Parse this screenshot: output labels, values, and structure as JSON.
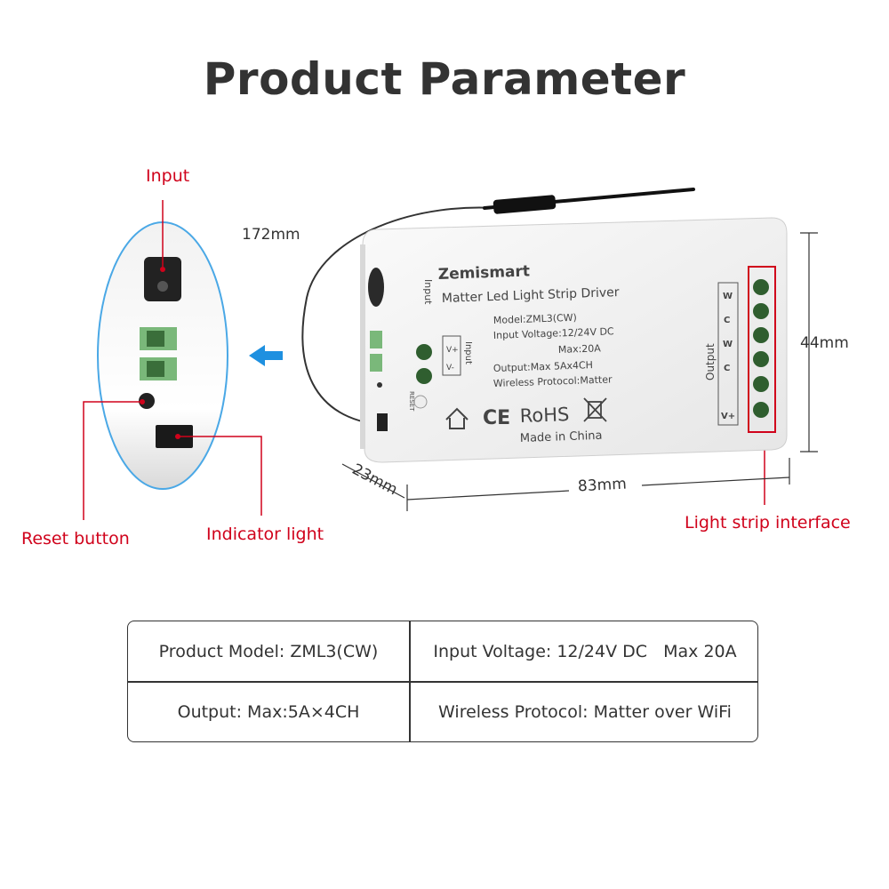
{
  "title": "Product Parameter",
  "callouts": {
    "input": "Input",
    "reset_button": "Reset button",
    "indicator_light": "Indicator light",
    "light_strip_interface": "Light strip interface"
  },
  "dimensions": {
    "cable": "172mm",
    "height": "44mm",
    "depth": "23mm",
    "length": "83mm"
  },
  "device": {
    "brand": "Zemismart",
    "product_name": "Matter Led Light Strip Driver",
    "model": "Model:ZML3(CW)",
    "input_voltage": "Input Voltage:12/24V DC",
    "max_current": "Max:20A",
    "output": "Output:Max 5Ax4CH",
    "wireless_protocol": "Wireless Protocol:Matter",
    "made_in": "Made in China",
    "certifications": [
      "CE",
      "RoHS"
    ],
    "input_label": "Input",
    "output_label": "Output",
    "reset_label": "RESET",
    "input_terminals": [
      "V+",
      "V-"
    ],
    "output_terminals": [
      "W",
      "C",
      "W",
      "C",
      "",
      "V+"
    ]
  },
  "specs": [
    [
      "Product Model: ZML3(CW)",
      "Input Voltage: 12/24V DC   Max 20A"
    ],
    [
      "Output: Max:5A×4CH",
      "Wireless Protocol: Matter over WiFi"
    ]
  ],
  "colors": {
    "callout": "#d0021b",
    "arrow": "#1e90e0",
    "oval_border": "#4aa8e6",
    "text": "#333333"
  }
}
